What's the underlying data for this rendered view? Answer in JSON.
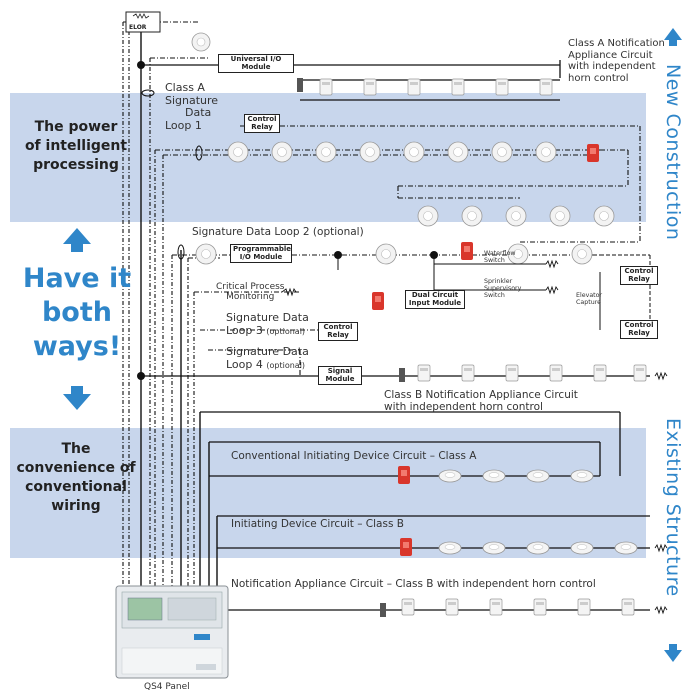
{
  "side_labels": {
    "new_construction": "New Construction",
    "existing_structure": "Existing Structure"
  },
  "bands": {
    "intelligent": {
      "title_line1": "The power",
      "title_line2": "of intelligent",
      "title_line3": "processing"
    },
    "conventional": {
      "title_line1": "The",
      "title_line2": "convenience of",
      "title_line3": "conventional",
      "title_line4": "wiring"
    }
  },
  "slogan": {
    "line1": "Have it",
    "line2": "both",
    "line3": "ways!"
  },
  "modules": {
    "elor": "ELOR",
    "universal_io": "Universal I/O Module",
    "control_relay_top": "Control Relay",
    "programmable_io": "Programmable I/O Module",
    "dual_circuit": "Dual Circuit Input Module",
    "control_relay_mid": "Control Relay",
    "signal_module": "Signal Module",
    "control_relay_elev1": "Control Relay",
    "control_relay_elev2": "Control Relay"
  },
  "labels": {
    "class_a_nac": "Class A Notification Appliance Circuit with independent horn control",
    "class_a_sdl_line1": "Class A",
    "class_a_sdl_line2": "Signature",
    "class_a_sdl_line3": "Data",
    "class_a_sdl_line4": "Loop 1",
    "sdl2": "Signature Data Loop 2 (optional)",
    "critical_process_line1": "Critical Process",
    "critical_process_line2": "Monitoring",
    "sdl3_line1": "Signature Data",
    "sdl3_line2": "Loop 3",
    "sdl3_opt": "(optional)",
    "sdl4_line1": "Signature Data",
    "sdl4_line2": "Loop 4",
    "sdl4_opt": "(optional)",
    "waterflow_line1": "Waterflow",
    "waterflow_line2": "Switch",
    "sprinkler_line1": "Sprinkler",
    "sprinkler_line2": "Supervisory",
    "sprinkler_line3": "Switch",
    "elevator_line1": "Elevator",
    "elevator_line2": "Capture",
    "class_b_nac_line1": "Class B Notification Appliance Circuit",
    "class_b_nac_line2": "with independent horn control",
    "cidc_class_a": "Conventional Initiating Device Circuit – Class A",
    "idc_class_b": "Initiating Device Circuit – Class B",
    "nac_class_b": "Notification Appliance Circuit – Class B with independent horn control",
    "panel": "QS4 Panel"
  },
  "colors": {
    "band": "#c8d6ec",
    "accent": "#2f86c9",
    "red_device": "#d9362b",
    "line": "#111111"
  }
}
